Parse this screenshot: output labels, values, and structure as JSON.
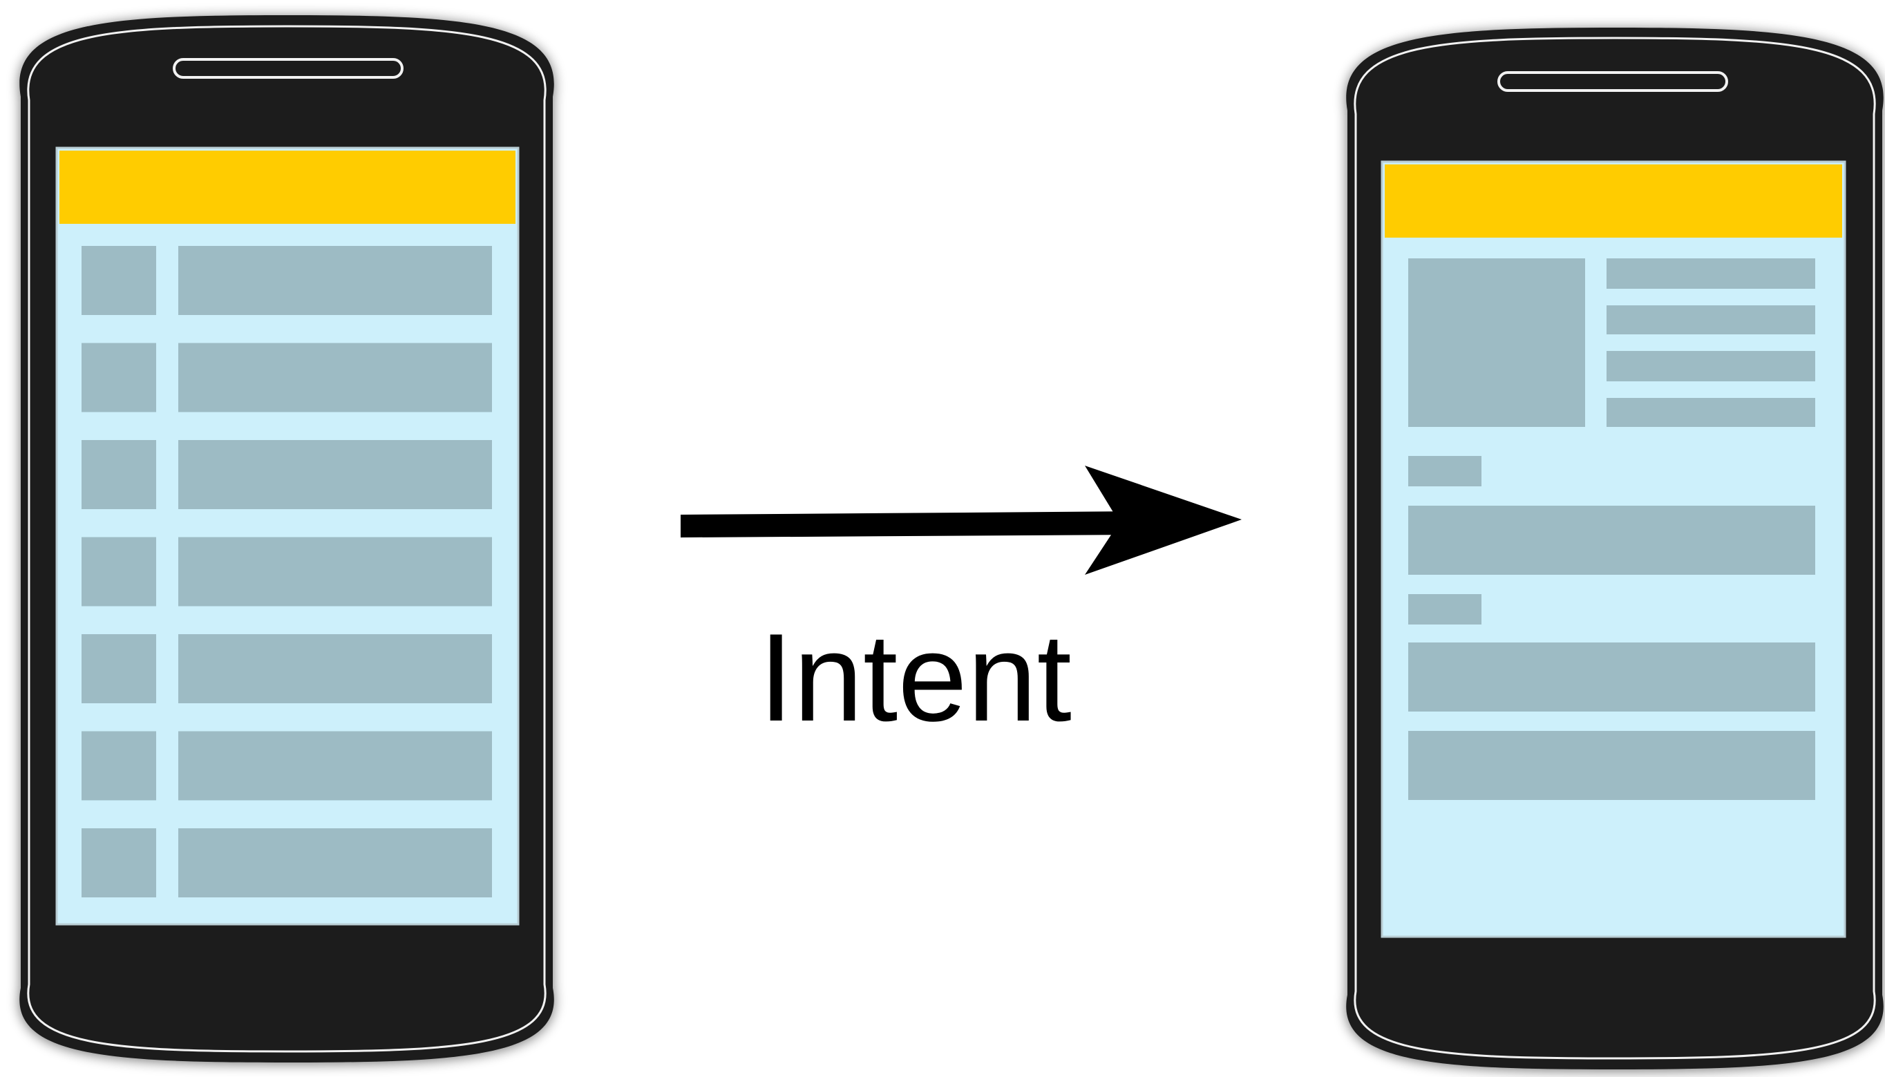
{
  "diagram": {
    "arrow_label": "Intent"
  },
  "colors": {
    "background": "#ffffff",
    "phone_body": "#1c1c1c",
    "phone_outline": "#f2f2f2",
    "screen": "#cdf0fb",
    "app_bar": "#ffcc00",
    "placeholder_block": "#9dbbc4",
    "arrow": "#000000"
  },
  "phones": [
    {
      "name": "source-phone",
      "screen": "list",
      "list_rows": 7
    },
    {
      "name": "target-phone",
      "screen": "detail"
    }
  ]
}
